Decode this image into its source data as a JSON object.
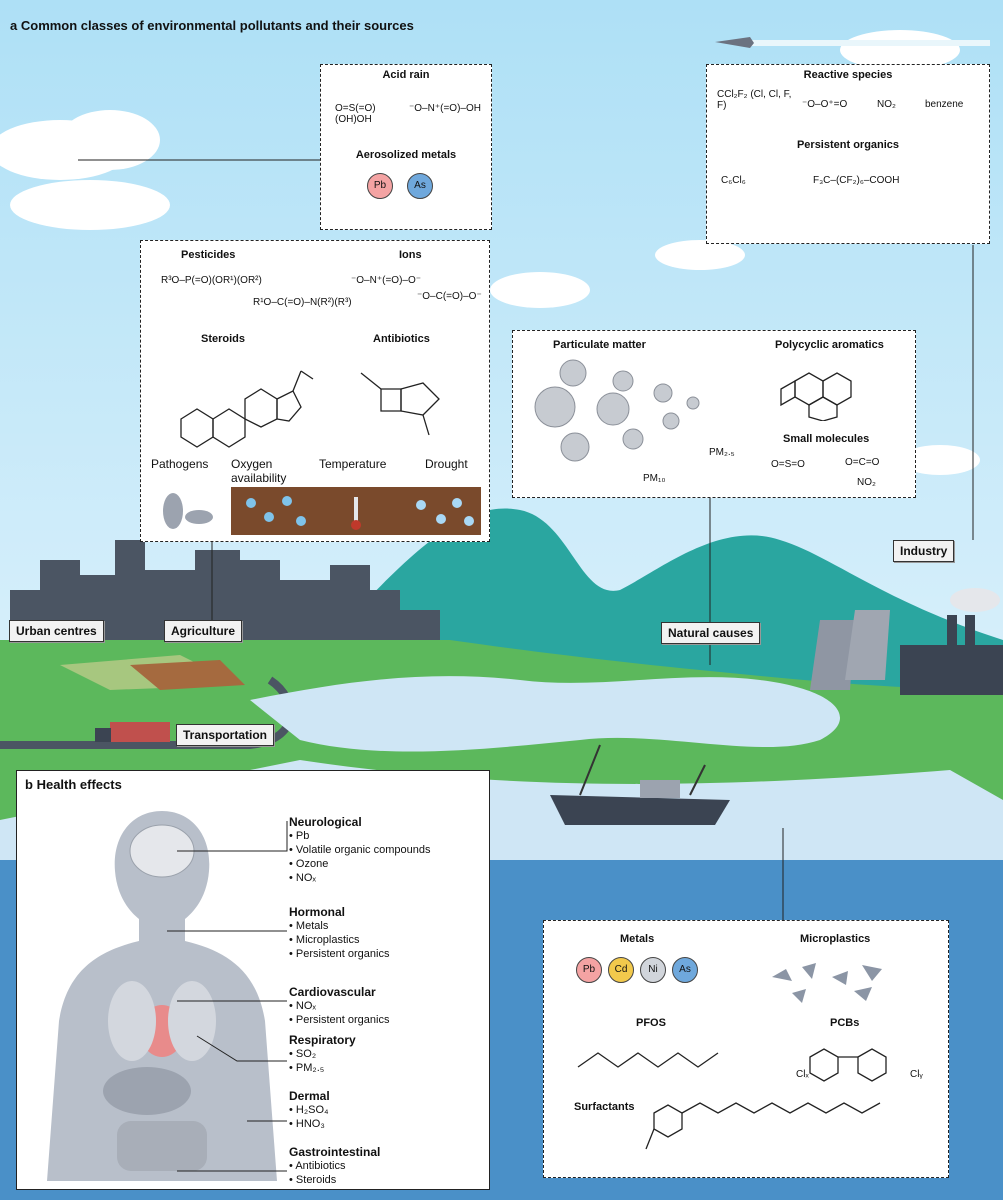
{
  "panel_a": {
    "letter": "a",
    "title": "Common classes of environmental pollutants and their sources",
    "acid_rain": {
      "title": "Acid rain",
      "molecules": [
        "O=S(=O)(OH)OH",
        "⁻O–N⁺(=O)–OH"
      ],
      "aerosolized_metals_title": "Aerosolized metals",
      "metals": [
        "Pb",
        "As"
      ]
    },
    "reactive_species": {
      "title": "Reactive species",
      "molecules": [
        "CCl₂F₂ (Cl, Cl, F, F)",
        "⁻O–O⁺=O",
        "NO₂",
        "benzene"
      ],
      "persistent_organics_title": "Persistent organics",
      "persistent_organics": [
        "C₆Cl₆",
        "F₃C–(CF₂)₆–COOH"
      ]
    },
    "pesticides_box": {
      "pesticides_title": "Pesticides",
      "pesticides": [
        "R³O–P(=O)(OR¹)(OR²)",
        "R¹O–C(=O)–N(R²)(R³)"
      ],
      "ions_title": "Ions",
      "ions": [
        "⁻O–N⁺(=O)–O⁻",
        "⁻O–C(=O)–O⁻"
      ],
      "steroids_title": "Steroids",
      "antibiotics_title": "Antibiotics",
      "factors": [
        "Pathogens",
        "Oxygen availability",
        "Temperature",
        "Drought"
      ]
    },
    "particulate_box": {
      "particulate_title": "Particulate matter",
      "pm10": "PM₁₀",
      "pm25": "PM₂.₅",
      "polycyclic_title": "Polycyclic aromatics",
      "small_molecules_title": "Small molecules",
      "small_molecules": [
        "O=S=O",
        "O=C=O",
        "NO₂"
      ]
    },
    "sources": [
      "Urban centres",
      "Agriculture",
      "Transportation",
      "Natural causes",
      "Industry"
    ],
    "water_box": {
      "metals_title": "Metals",
      "metals": [
        "Pb",
        "Cd",
        "Ni",
        "As"
      ],
      "microplastics_title": "Microplastics",
      "pfos_title": "PFOS",
      "pcbs_title": "PCBs",
      "surfactants_title": "Surfactants",
      "pcb_labels": [
        "Clₓ",
        "Clᵧ"
      ]
    }
  },
  "panel_b": {
    "letter": "b",
    "title": "Health effects",
    "groups": [
      {
        "name": "Neurological",
        "items": [
          "Pb",
          "Volatile organic compounds",
          "Ozone",
          "NOₓ"
        ]
      },
      {
        "name": "Hormonal",
        "items": [
          "Metals",
          "Microplastics",
          "Persistent organics"
        ]
      },
      {
        "name": "Cardiovascular",
        "items": [
          "NOₓ",
          "Persistent organics"
        ]
      },
      {
        "name": "Respiratory",
        "items": [
          "SO₂",
          "PM₂.₅"
        ]
      },
      {
        "name": "Dermal",
        "items": [
          "H₂SO₄",
          "HNO₃"
        ]
      },
      {
        "name": "Gastrointestinal",
        "items": [
          "Antibiotics",
          "Steroids"
        ]
      }
    ]
  },
  "colors": {
    "sky": "#bfe3f5",
    "grass": "#5cb85c",
    "water": "#cfe6f5",
    "sea": "#4a90c8",
    "hills": "#2aa6a0",
    "city": "#4b5563"
  }
}
